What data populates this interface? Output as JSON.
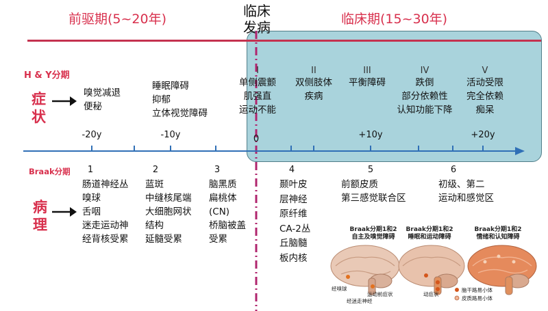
{
  "header": {
    "prodromal": "前驱期(5~20年)",
    "onset_line1": "临床",
    "onset_line2": "发病",
    "clinical": "临床期(15~30年)"
  },
  "hy_label": "H & Y分期",
  "symptom_label_1": "症",
  "symptom_label_2": "状",
  "pathology_label_1": "病",
  "pathology_label_2": "理",
  "braak_label": "Braak分期",
  "prodromal_symptoms": [
    [
      "嗅觉减退",
      "便秘"
    ],
    [
      "睡眠障碍",
      "抑郁",
      "立体视觉障碍"
    ]
  ],
  "hy_stages": [
    {
      "roman": "I",
      "lines": [
        "单侧震颤",
        "肌强直",
        "运动不能"
      ]
    },
    {
      "roman": "II",
      "lines": [
        "双侧肢体",
        "疾病"
      ]
    },
    {
      "roman": "III",
      "lines": [
        "平衡障碍"
      ]
    },
    {
      "roman": "IV",
      "lines": [
        "跌倒",
        "部分依赖性",
        "认知功能下降"
      ]
    },
    {
      "roman": "V",
      "lines": [
        "活动受限",
        "完全依赖",
        "痴呆"
      ]
    }
  ],
  "time_ticks": [
    "-20y",
    "-10y",
    "0",
    "+10y",
    "+20y"
  ],
  "braak_stages": [
    {
      "num": "1",
      "lines": [
        "肠道神经丛",
        "嗅球",
        "舌咽",
        "迷走运动神",
        "经背核受累"
      ]
    },
    {
      "num": "2",
      "lines": [
        "蓝斑",
        "中缝核尾端",
        "大细胞网状",
        "结构",
        "延髓受累"
      ]
    },
    {
      "num": "3",
      "lines": [
        "脑黑质",
        "扁桃体",
        "(CN)",
        "桥脑被盖",
        "受累"
      ]
    },
    {
      "num": "4",
      "lines": [
        "颞叶皮",
        "层神经",
        "原纤维",
        "CA-2丛",
        "丘脑髓",
        "板内核"
      ]
    },
    {
      "num": "5",
      "lines": [
        "前额皮质",
        "第三感觉联合区"
      ]
    },
    {
      "num": "6",
      "lines": [
        "初级、第二",
        "运动和感觉区"
      ]
    }
  ],
  "brains": [
    {
      "title1": "Braak分期1和2",
      "title2": "自主及嗅觉障碍",
      "labels": [
        "经嗅球",
        "运动前症状",
        "经迷走神经"
      ]
    },
    {
      "title1": "Braak分期1和2",
      "title2": "睡眠和运动障碍",
      "labels": [
        "动症状"
      ]
    },
    {
      "title1": "Braak分期1和2",
      "title2": "情绪和认知障碍",
      "labels": [
        "脑干路易小体",
        "皮质路易小体"
      ]
    }
  ],
  "colors": {
    "accent": "#d8304d",
    "timeline": "#2f6fb6",
    "clinical_fill": "#a9d3dc",
    "onset_dash": "#b0256e"
  }
}
